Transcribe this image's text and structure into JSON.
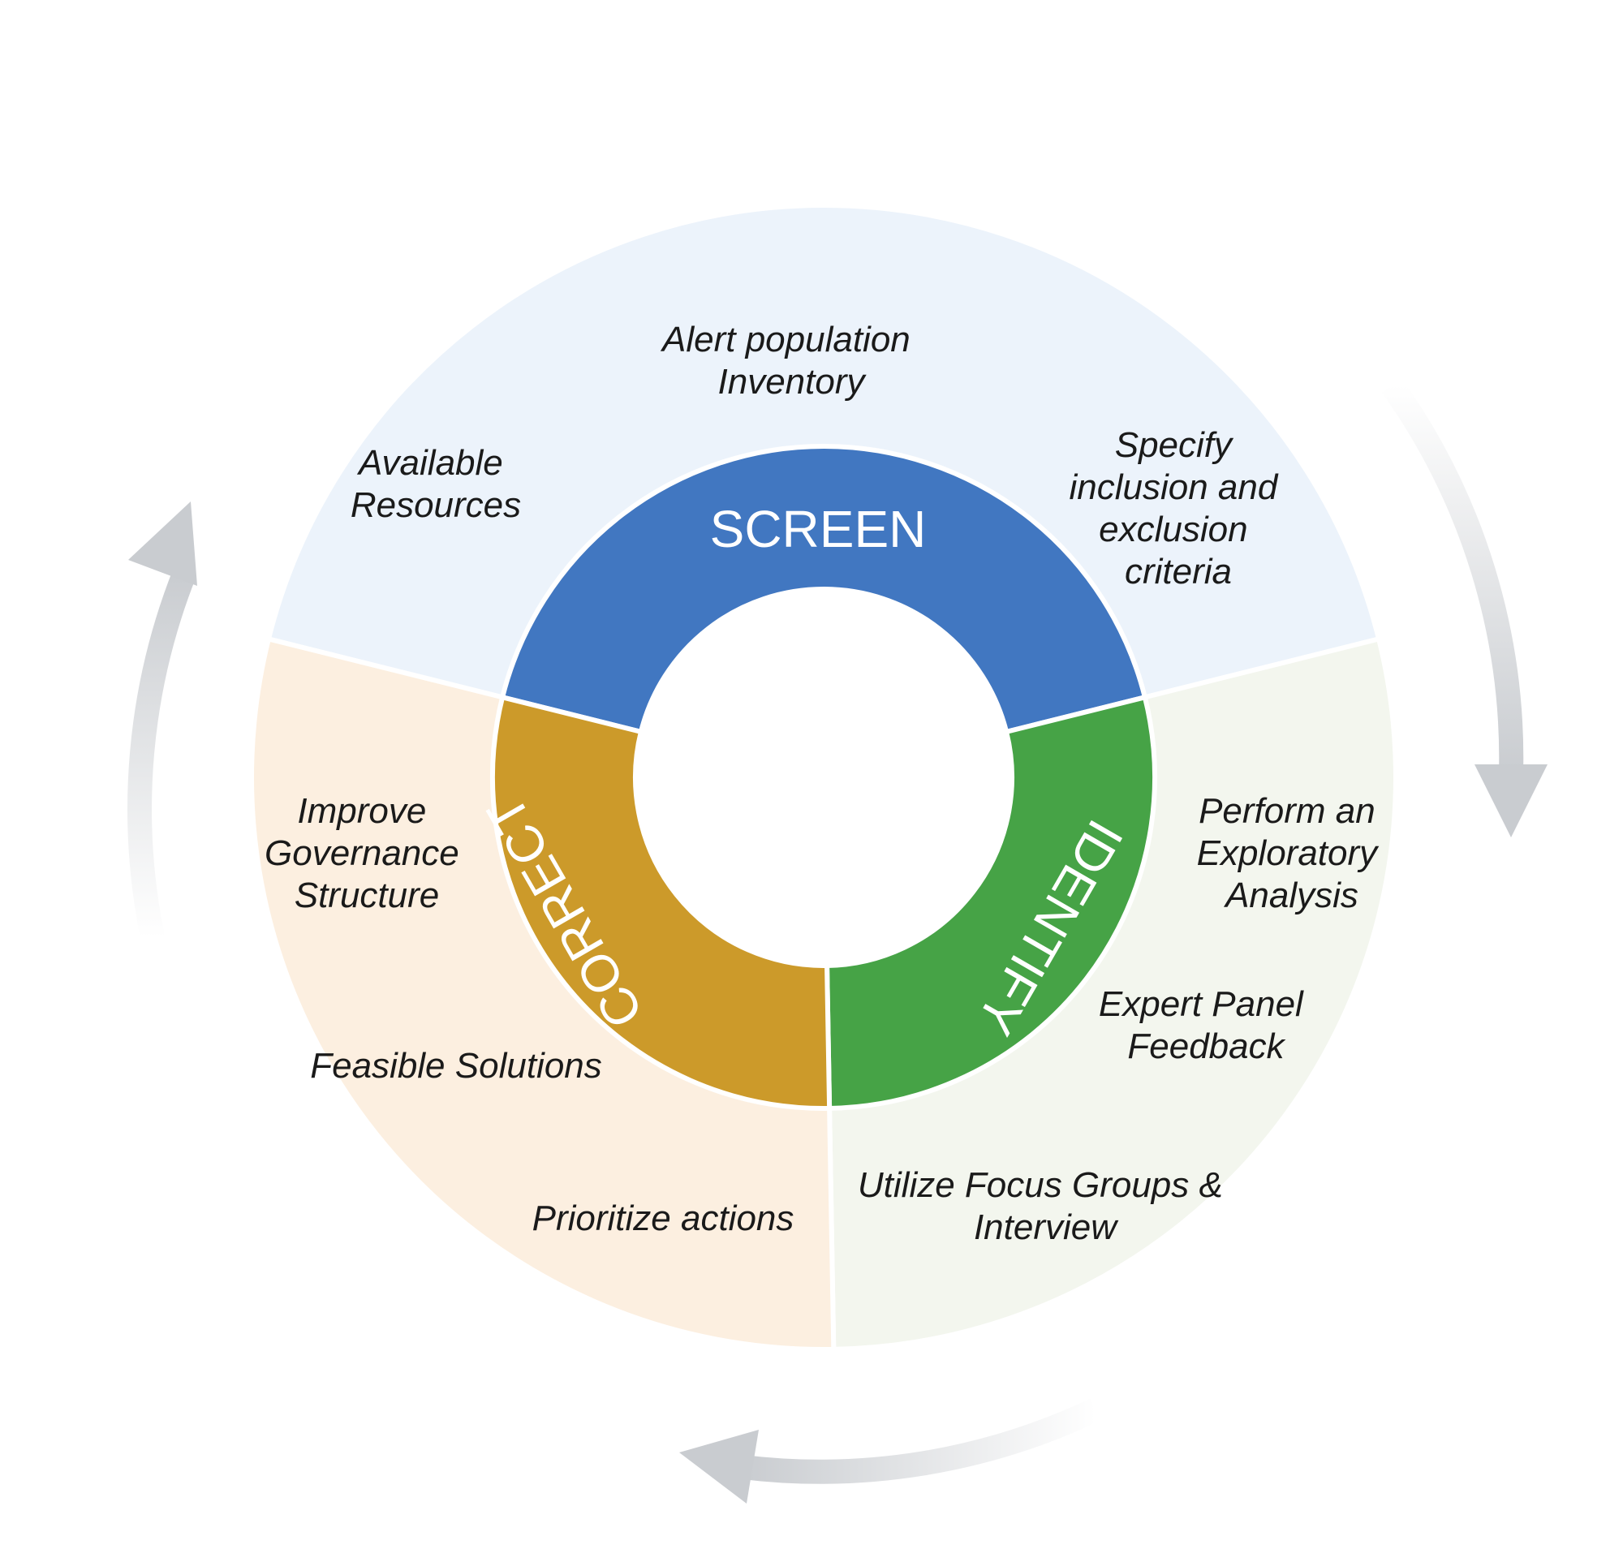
{
  "colors": {
    "screen_outer": "#ecf3fb",
    "identify_outer": "#f3f6ee",
    "correct_outer": "#fcefe0",
    "screen_inner": "#4177c1",
    "identify_inner": "#46a346",
    "correct_inner": "#cc9a2a",
    "arrow": "#c9ccd0",
    "separator": "#ffffff"
  },
  "phases": {
    "screen": "SCREEN",
    "identify": "IDENTIFY",
    "correct": "CORRECT"
  },
  "screen_items": {
    "alert_population": [
      "Alert population",
      "Inventory"
    ],
    "available_resources": [
      "Available",
      "Resources"
    ],
    "specify_criteria": [
      "Specify",
      "inclusion and",
      "exclusion",
      "criteria"
    ]
  },
  "identify_items": {
    "exploratory_analysis": [
      "Perform an",
      "Exploratory",
      "Analysis"
    ],
    "expert_panel": [
      "Expert Panel",
      "Feedback"
    ],
    "focus_groups": [
      "Utilize Focus Groups &",
      "Interview"
    ]
  },
  "correct_items": {
    "governance": [
      "Improve",
      "Governance",
      "Structure"
    ],
    "feasible_solutions": [
      "Feasible Solutions"
    ],
    "prioritize_actions": [
      "Prioritize actions"
    ]
  }
}
